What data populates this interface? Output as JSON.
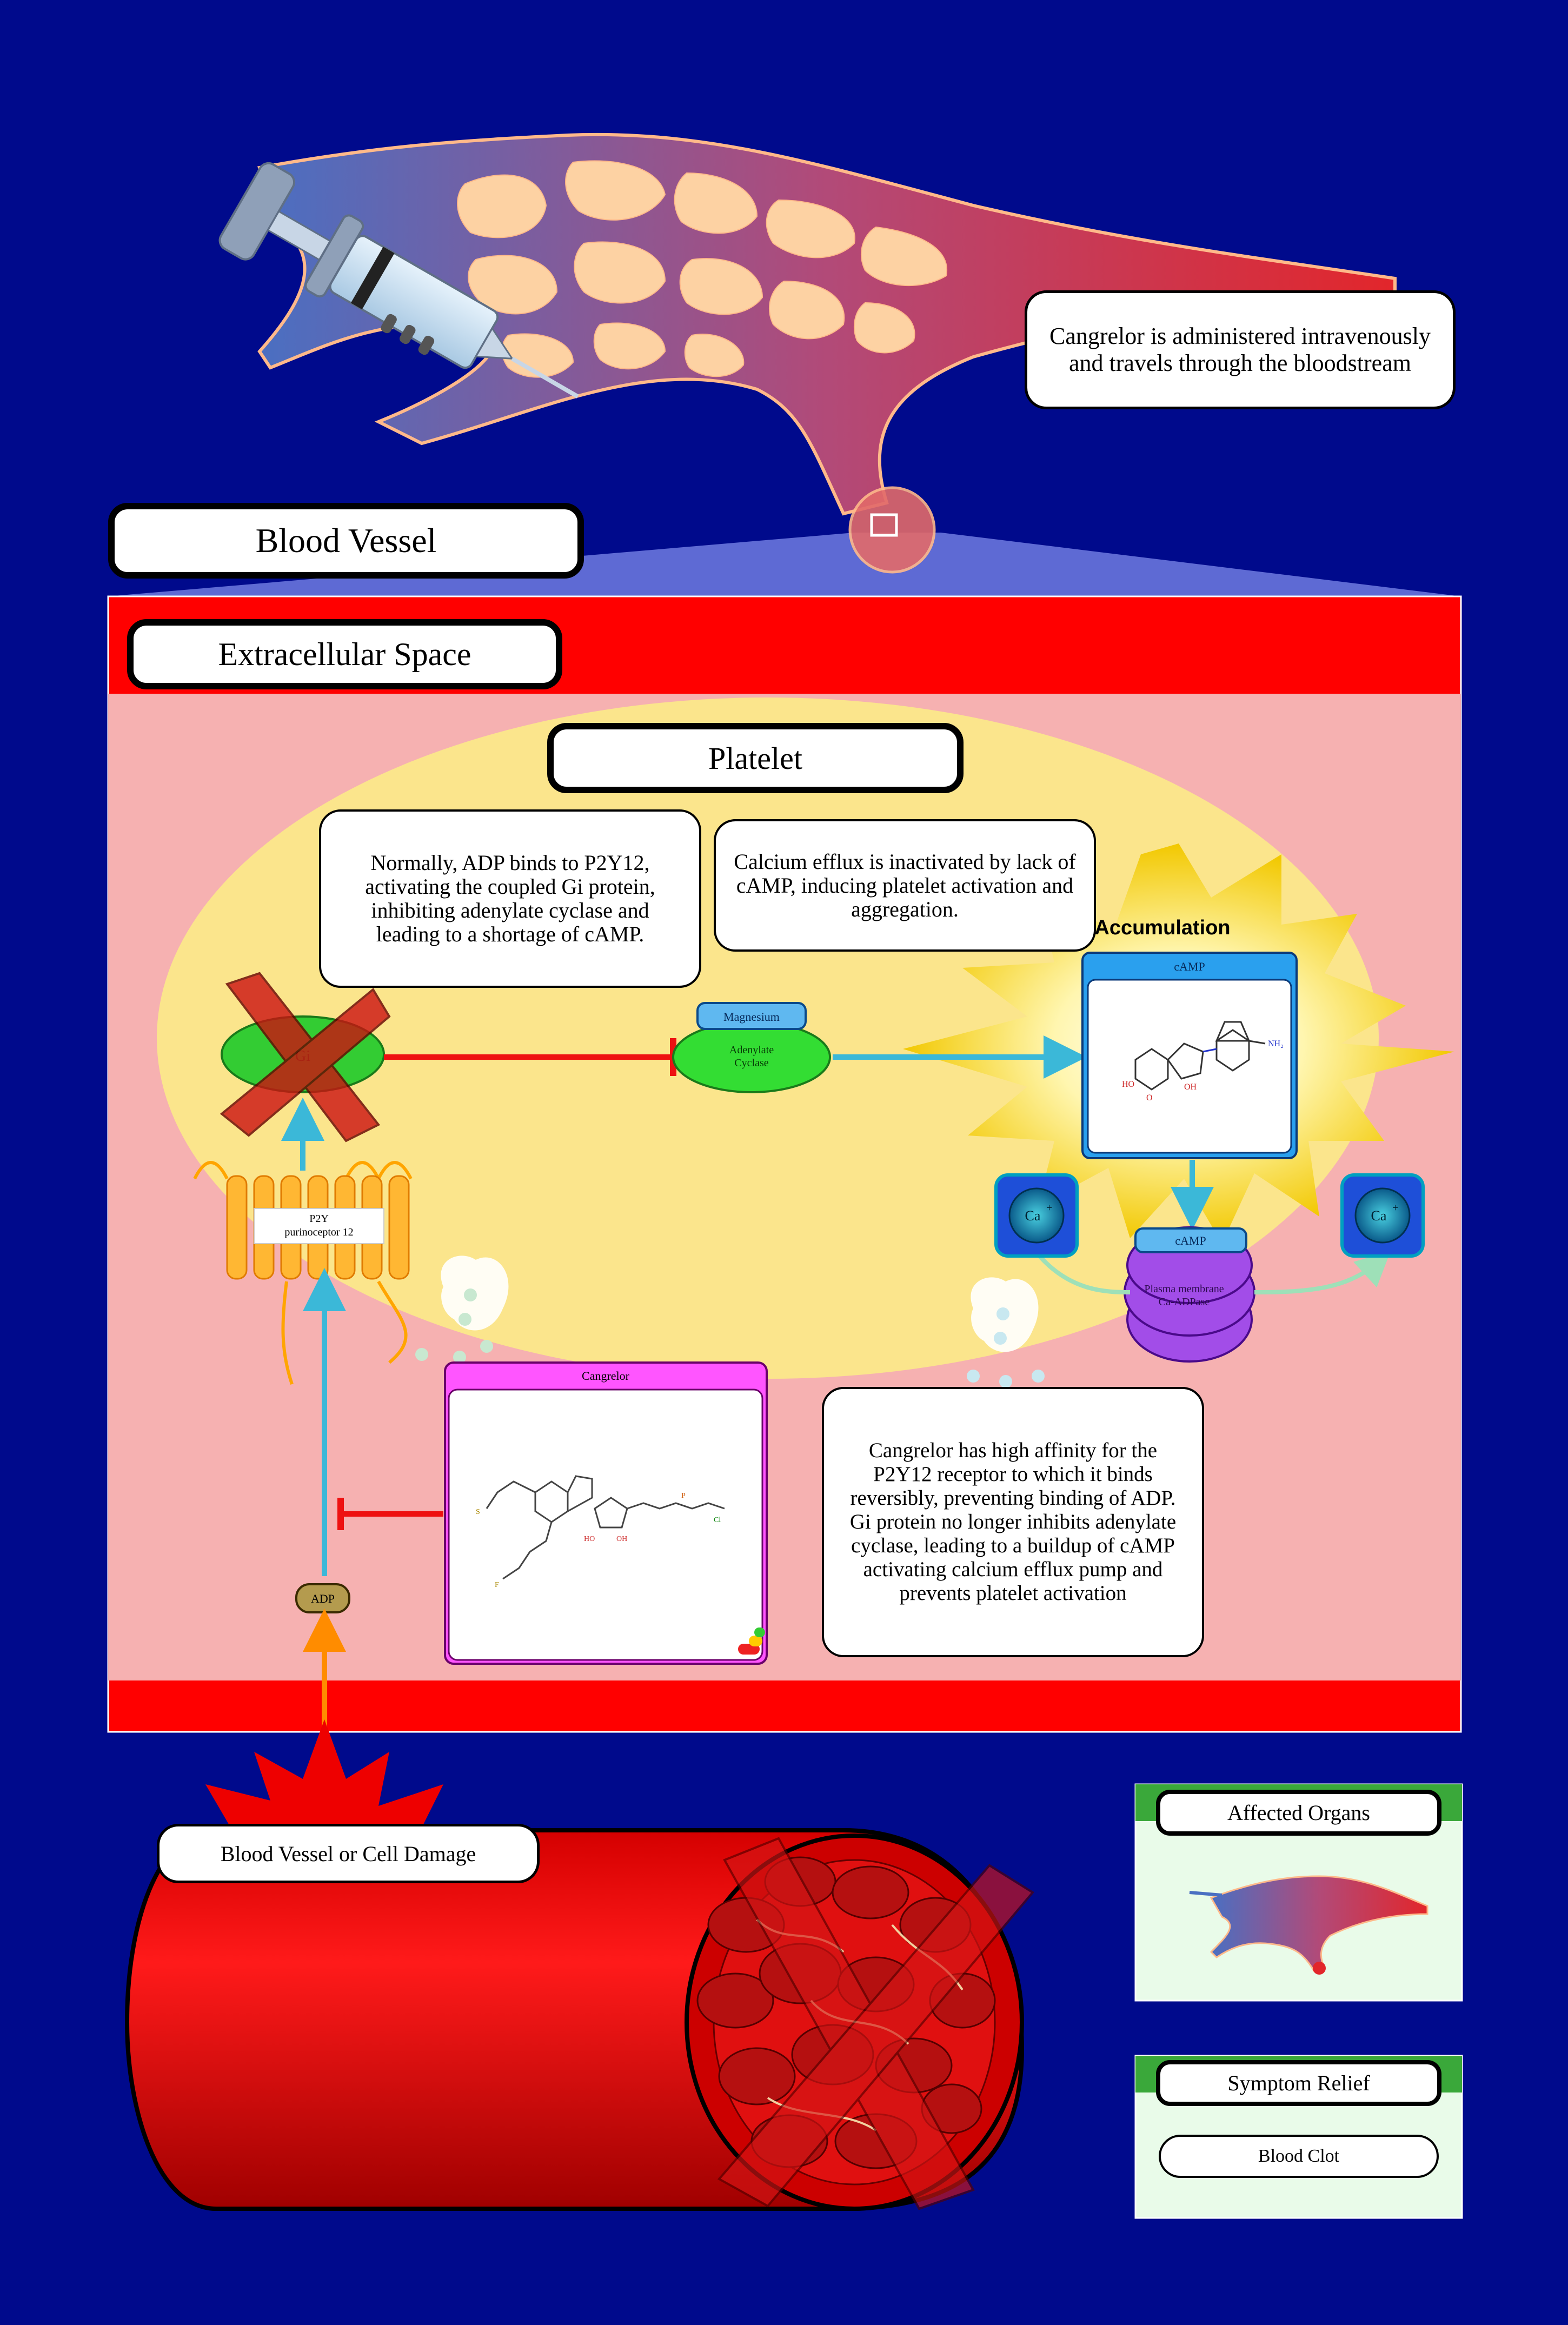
{
  "top_note": "Cangrelor is administered intravenously and travels through the bloodstream",
  "blood_vessel_title": "Blood Vessel",
  "extracellular_title": "Extracellular Space",
  "platelet_title": "Platelet",
  "note_normal": "Normally, ADP binds to P2Y12, activating the coupled Gi protein, inhibiting adenylate cyclase and leading to a shortage of cAMP.",
  "note_calcium": "Calcium efflux is inactivated by lack of cAMP, inducing platelet activation and aggregation.",
  "accumulation": "Accumulation",
  "camp_box_label": "cAMP",
  "gi_label": "Gi",
  "magnesium_label": "Magnesium",
  "adenylate_cyclase_label": "Adenylate Cyclase",
  "receptor_label_1": "P2Y",
  "receptor_label_2": "purinoceptor 12",
  "cangrelor_box_label": "Cangrelor",
  "adp_label": "ADP",
  "camp_small_label": "cAMP",
  "pump_label_1": "Plasma membrane",
  "pump_label_2": "Ca-ADPase",
  "ca_left": "Ca",
  "ca_right": "Ca",
  "note_cangrelor": "Cangrelor has high affinity for the P2Y12 receptor to which it binds reversibly, preventing binding of ADP. Gi protein no longer inhibits adenylate cyclase, leading to a buildup of cAMP activating calcium efflux pump and prevents platelet activation",
  "damage_label": "Blood Vessel or Cell Damage",
  "affected_organs_title": "Affected Organs",
  "symptom_relief_title": "Symptom Relief",
  "blood_clot_label": "Blood Clot",
  "colors": {
    "background": "#000a8c",
    "vessel_red": "#ff0000",
    "extracellular_pink": "#f6b1b1",
    "platelet_yellow": "#fbe58c",
    "gi_green": "#33cc33",
    "arrow_cyan": "#3bb8d8",
    "inhibit_red": "#ee1111",
    "cangrelor_magenta": "#ff55ff",
    "pump_purple": "#a24de8"
  }
}
